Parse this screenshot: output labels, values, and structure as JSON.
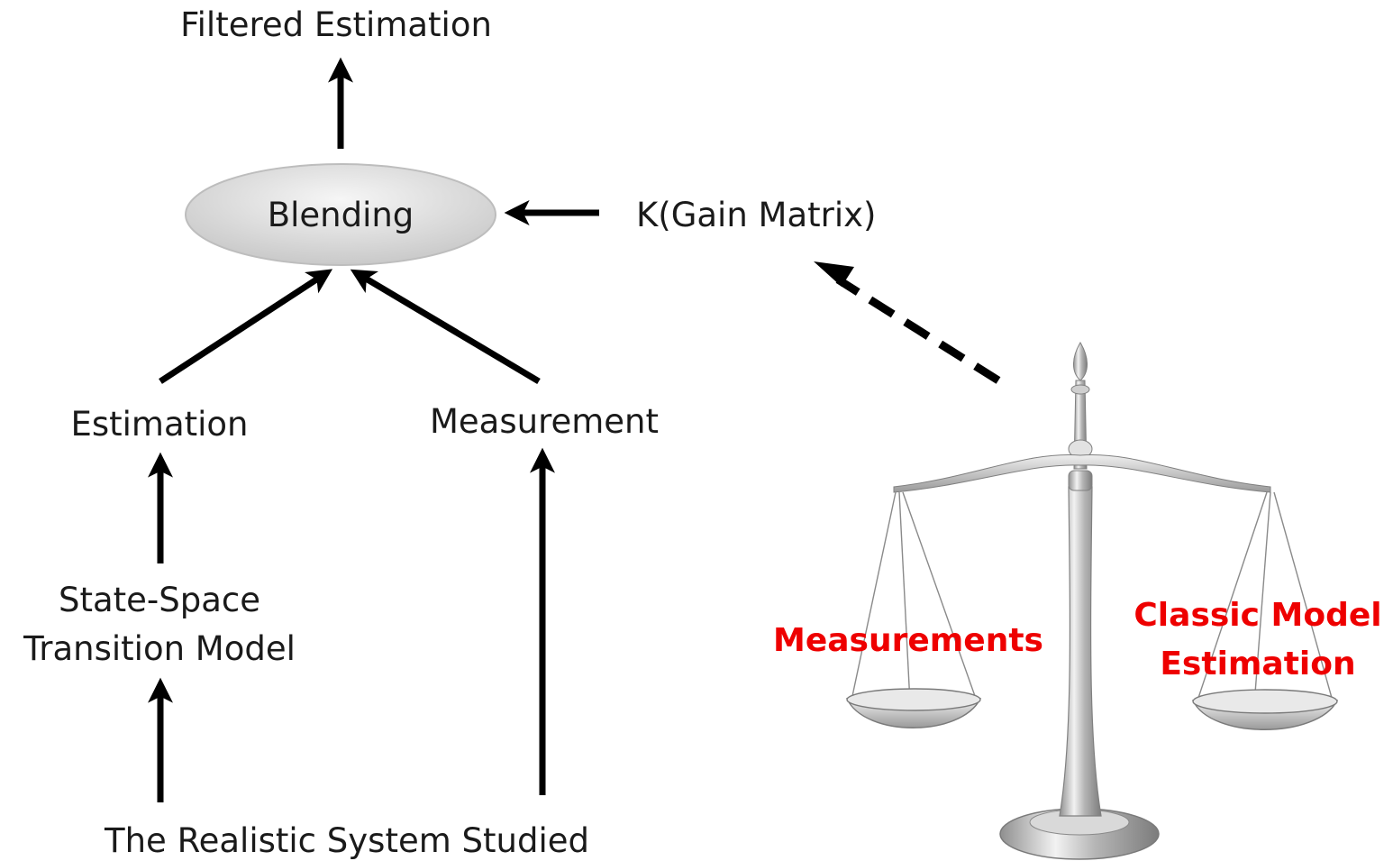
{
  "nodes": {
    "filtered": "Filtered Estimation",
    "blending": "Blending",
    "gain": "K(Gain Matrix)",
    "estimation": "Estimation",
    "measurement": "Measurement",
    "model_line1": "State-Space",
    "model_line2": "Transition Model",
    "system": "The Realistic System Studied"
  },
  "scale": {
    "left_label": "Measurements",
    "right_label_line1": "Classic Model",
    "right_label_line2": "Estimation"
  },
  "colors": {
    "text": "#1a1a1a",
    "annotation": "#ee0000",
    "arrow": "#000000",
    "ellipse_fill": "#dedede",
    "scale_metal": "#c8c8c8"
  },
  "icons": [
    "balance-scale-icon"
  ]
}
